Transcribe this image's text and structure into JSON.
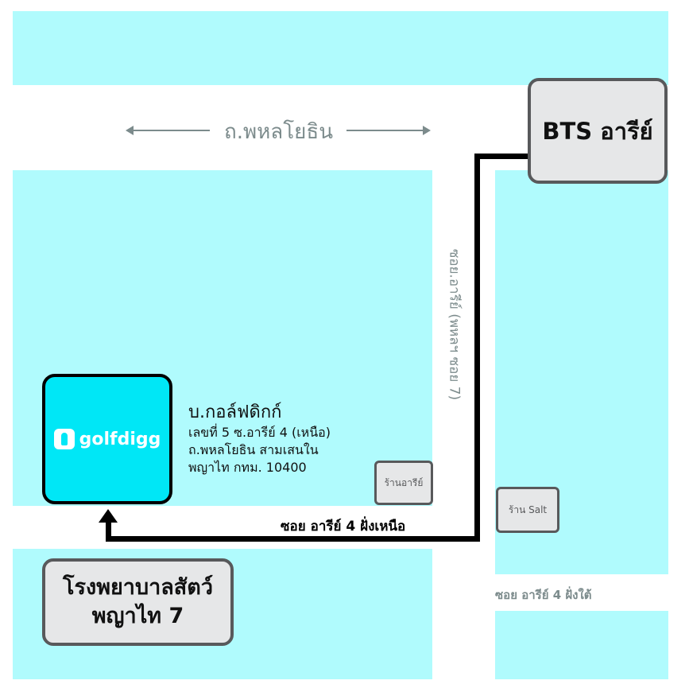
{
  "roads": {
    "main_road": "ถ.พหลโยธิน",
    "soi_vertical": "ซอย.อารีย์ (พหลฯ ซอย 7)",
    "soi_north": "ซอย อารีย์ 4 ฝั่งเหนือ",
    "soi_south": "ซอย อารีย์ 4 ฝั่งใต้"
  },
  "landmarks": {
    "bts": "BTS อารีย์",
    "hospital_line1": "โรงพยาบาลสัตว์",
    "hospital_line2": "พญาไท 7"
  },
  "shops": {
    "shop_ari": "ร้านอารีย์",
    "shop_salt": "ร้าน Salt"
  },
  "company": {
    "logo_text": "golfdigg",
    "name": "บ.กอล์ฟดิกก์",
    "address_line1": "เลขที่ 5  ซ.อารีย์ 4 (เหนือ)",
    "address_line2": "ถ.พหลโยธิน  สามเสนใน",
    "address_line3": "พญาไท  กทม. 10400"
  },
  "colors": {
    "block": "#b0fbfd",
    "logo_bg": "#00e7f6",
    "route": "#000000",
    "label": "#7c8b8c"
  },
  "icons": {
    "logo": "golfer-icon",
    "route_arrow": "arrow-up-icon",
    "road_arrows": "double-arrow-icon"
  }
}
